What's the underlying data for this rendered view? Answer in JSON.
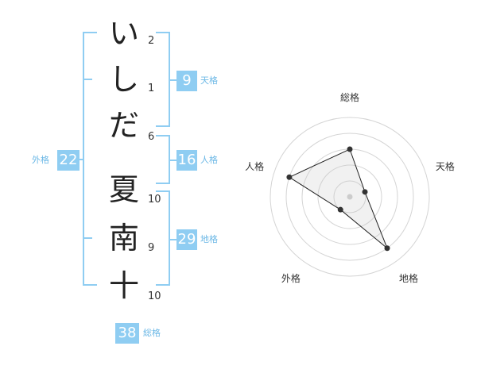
{
  "name_chars": [
    "い",
    "し",
    "だ",
    "夏",
    "南",
    "十"
  ],
  "stroke_counts": [
    "2",
    "1",
    "6",
    "10",
    "9",
    "10"
  ],
  "fortunes": {
    "tenkaku": {
      "value": "9",
      "label": "天格"
    },
    "jinkaku": {
      "value": "16",
      "label": "人格"
    },
    "chikaku": {
      "value": "29",
      "label": "地格"
    },
    "gaikaku": {
      "value": "22",
      "label": "外格"
    },
    "soukaku": {
      "value": "38",
      "label": "総格"
    }
  },
  "chart_data": {
    "type": "radar",
    "axes": [
      "総格",
      "天格",
      "地格",
      "外格",
      "人格"
    ],
    "values": [
      3,
      1,
      4,
      1,
      4
    ],
    "max": 5,
    "grid": true
  }
}
